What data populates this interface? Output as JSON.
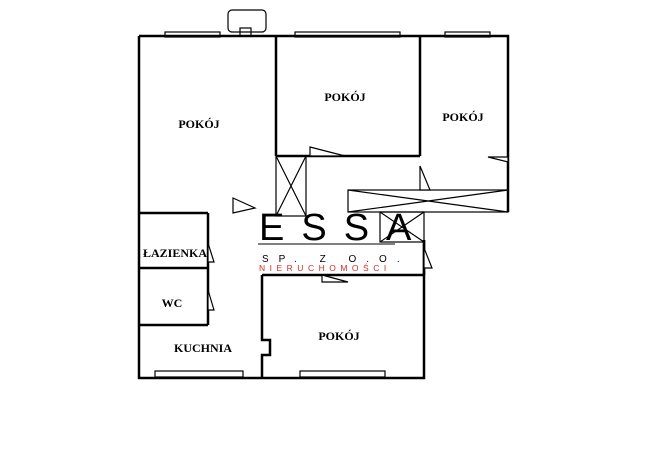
{
  "rooms": {
    "pokoj_top_left": "POKÓJ",
    "pokoj_top_middle": "POKÓJ",
    "pokoj_top_right": "POKÓJ",
    "lazienka": "ŁAZIENKA",
    "wc": "WC",
    "kuchnia": "KUCHNIA",
    "pokoj_bottom": "POKÓJ"
  },
  "watermark": {
    "brand": "ESSA",
    "company_form": "SP. Z O.O.",
    "tagline": "NIERUCHOMOŚCI",
    "tagline_color": "#d62a2a"
  }
}
